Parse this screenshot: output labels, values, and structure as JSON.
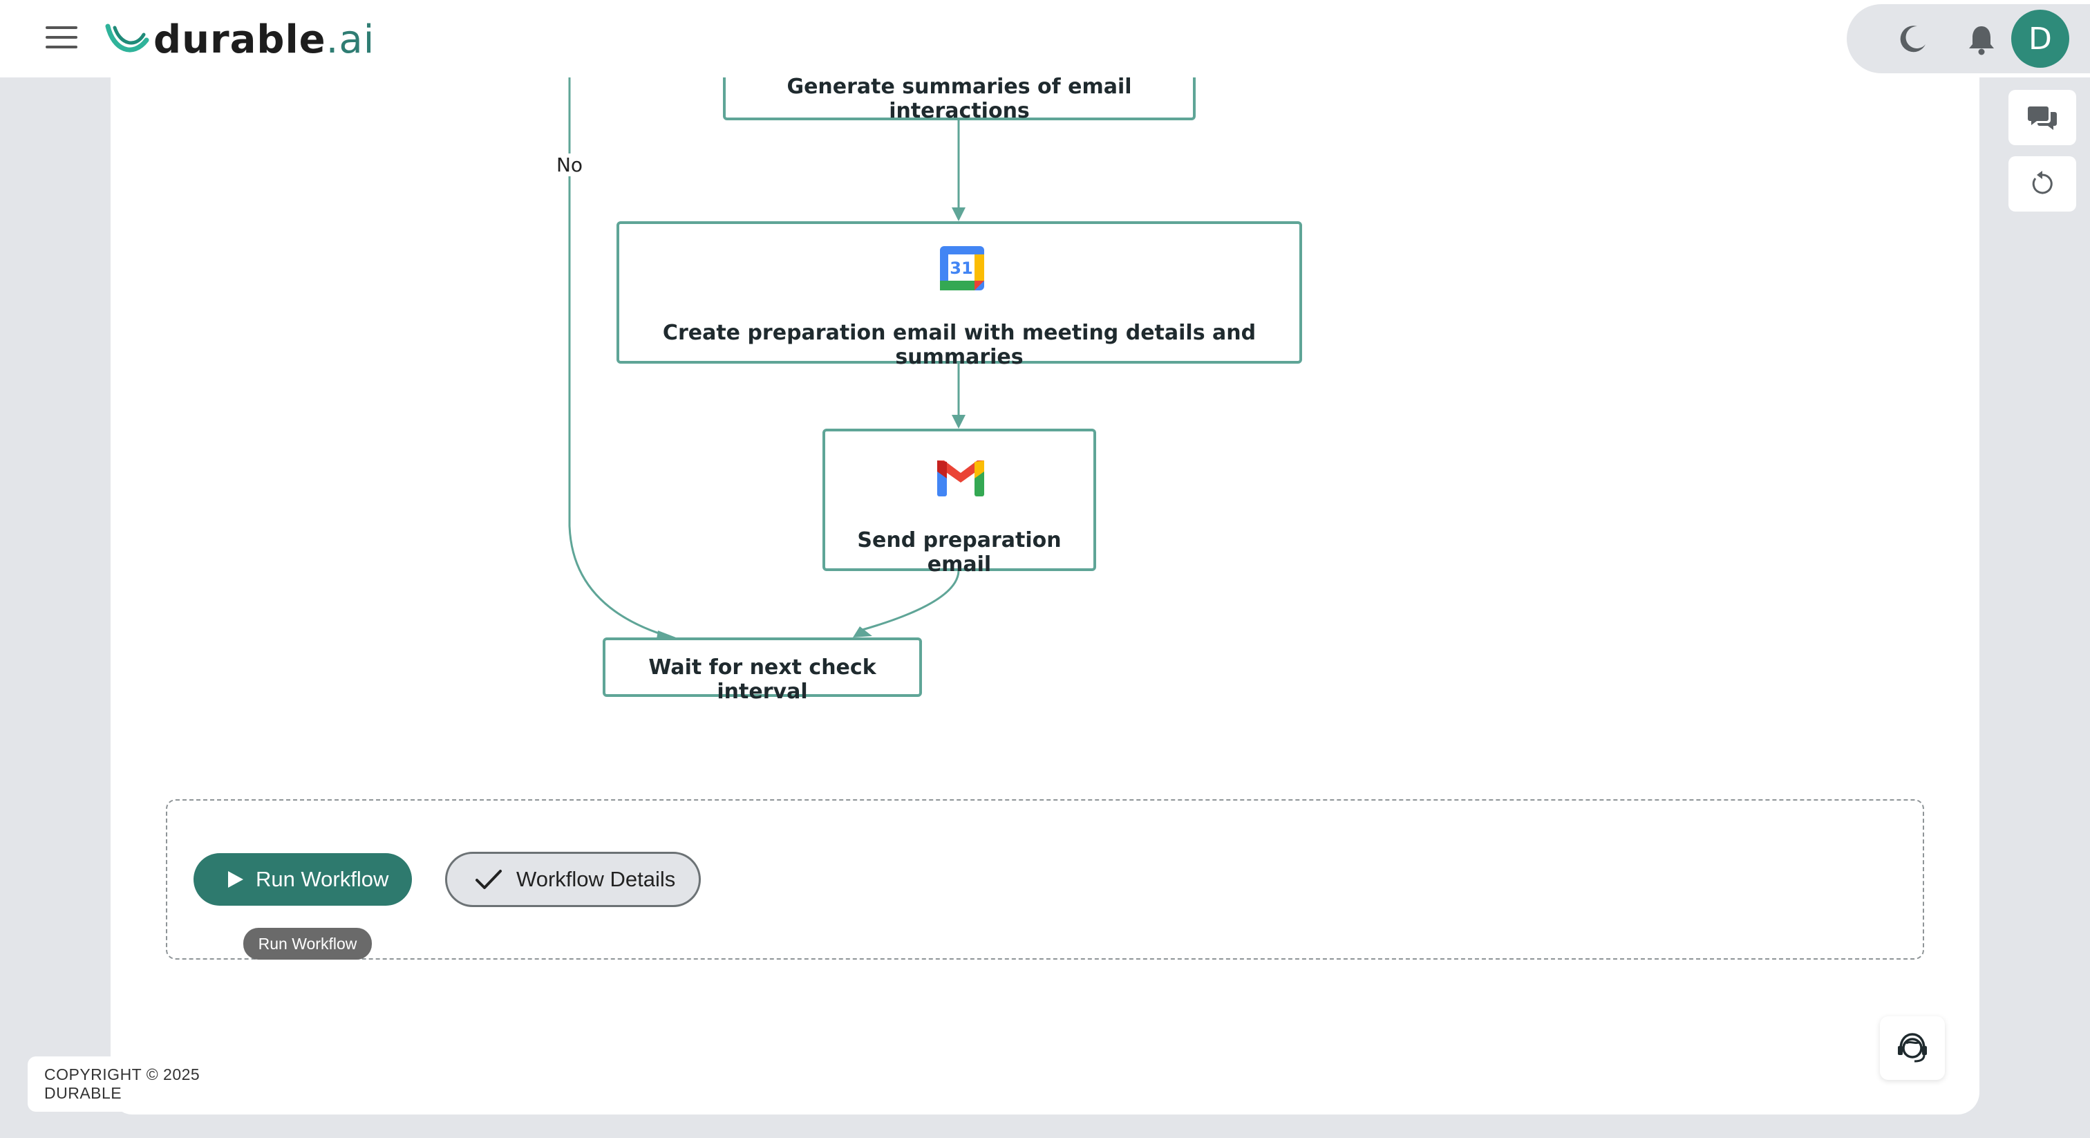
{
  "header": {
    "menu_icon": "hamburger-menu-icon",
    "logo": {
      "name": "durable",
      "tld": ".ai"
    },
    "theme_icon": "moon-icon",
    "notifications_icon": "bell-icon",
    "avatar_initial": "D"
  },
  "side_actions": [
    {
      "icon": "chat-bubbles-icon"
    },
    {
      "icon": "refresh-icon"
    }
  ],
  "workflow": {
    "nodes": {
      "generate_summaries": {
        "label": "Generate summaries of email interactions"
      },
      "create_email": {
        "label": "Create preparation email with meeting details and summaries",
        "icon": "google-calendar-icon",
        "icon_text": "31"
      },
      "send_email": {
        "label": "Send preparation email",
        "icon": "gmail-icon"
      },
      "wait": {
        "label": "Wait for next check interval"
      }
    },
    "edge_labels": {
      "no": "No"
    },
    "colors": {
      "node_border": "#5fa597",
      "edge": "#5fa597"
    }
  },
  "actions": {
    "run_label": "Run Workflow",
    "details_label": "Workflow Details",
    "tooltip": "Run Workflow",
    "run_color": "#2e7a6e"
  },
  "footer": {
    "copyright": "COPYRIGHT © 2025 DURABLE"
  },
  "support_icon": "support-agent-icon"
}
